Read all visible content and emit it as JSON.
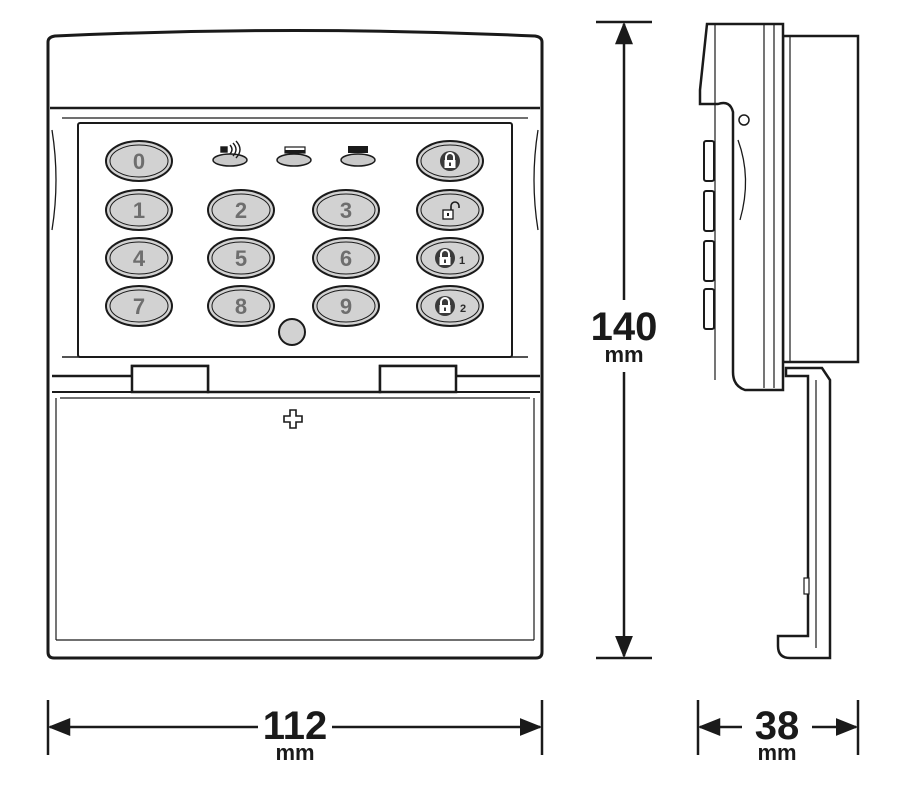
{
  "keypad": {
    "digit_keys": [
      "0",
      "1",
      "2",
      "3",
      "4",
      "5",
      "6",
      "7",
      "8",
      "9"
    ],
    "function_key_subs": [
      "1",
      "2"
    ],
    "indicator_icons": [
      "radio-signal-icon",
      "partial-arm-icon",
      "full-arm-icon"
    ],
    "function_icons": [
      "lock-closed-icon",
      "lock-open-icon",
      "lock-zone-1-icon",
      "lock-zone-2-icon"
    ]
  },
  "dimensions": {
    "width": {
      "value": "112",
      "unit": "mm"
    },
    "height": {
      "value": "140",
      "unit": "mm"
    },
    "depth": {
      "value": "38",
      "unit": "mm"
    }
  },
  "colors": {
    "outline": "#1a1a1a",
    "key_fill": "#d2d2d2",
    "key_text": "#6e6e6e",
    "body_fill": "#ffffff"
  }
}
